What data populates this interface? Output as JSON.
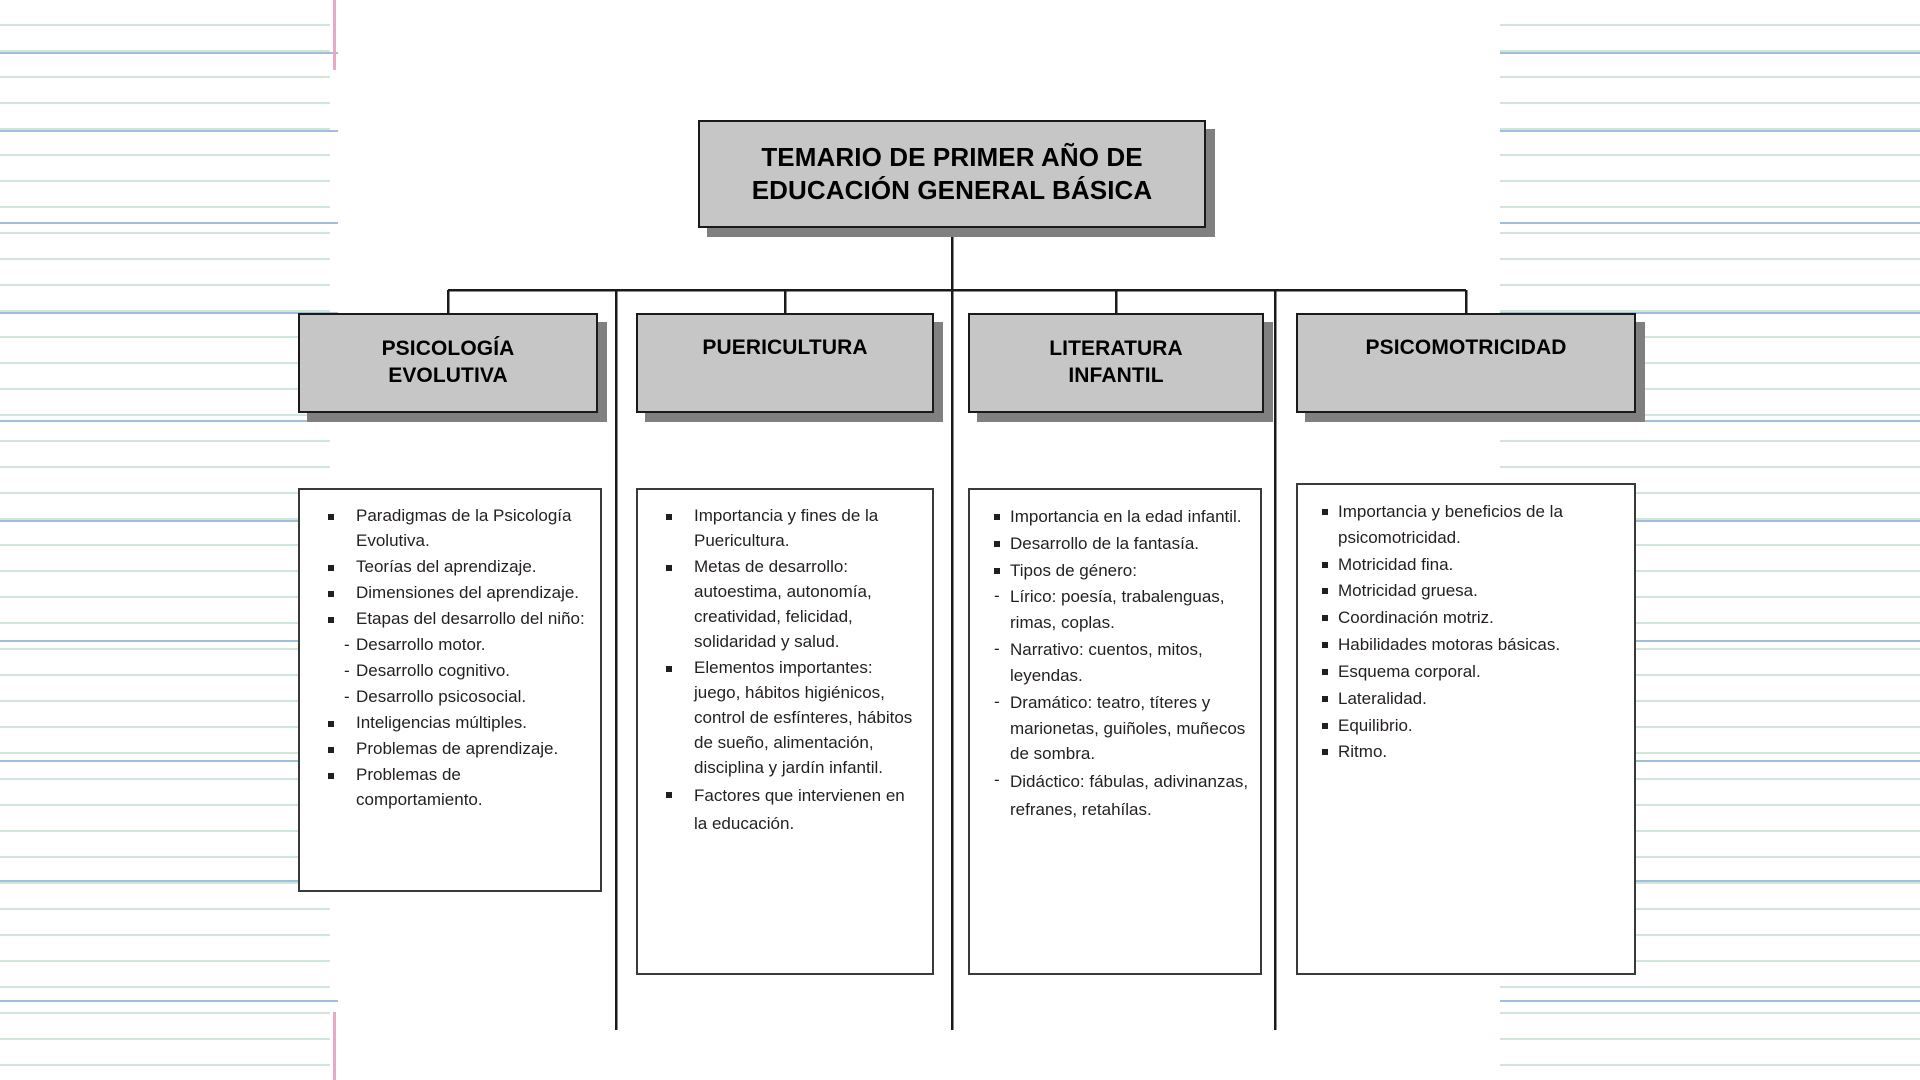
{
  "document": {
    "title": "TEMARIO DE PRIMER AÑO DE EDUCACIÓN GENERAL BÁSICA",
    "title_line_1": "TEMARIO DE PRIMER AÑO DE",
    "title_line_2": "EDUCACIÓN GENERAL BÁSICA"
  },
  "colors": {
    "box_fill": "#c6c6c6",
    "box_border": "#1a1a1a",
    "box_shadow": "#808080",
    "text": "#000000",
    "list_text": "#231f20",
    "paper_rule_blue": "#8fb4d9",
    "paper_rule_green": "#cfe6d8",
    "paper_margin_pink": "#e8a9c6"
  },
  "branches": [
    {
      "id": "psicologia-evolutiva",
      "header_line_1": "PSICOLOGÍA",
      "header_line_2": "EVOLUTIVA",
      "items": [
        {
          "type": "bullet",
          "text": "Paradigmas de la Psicología Evolutiva."
        },
        {
          "type": "bullet",
          "text": "Teorías del aprendizaje."
        },
        {
          "type": "bullet",
          "text": "Dimensiones del aprendizaje."
        },
        {
          "type": "bullet",
          "text": "Etapas del desarrollo del niño:"
        },
        {
          "type": "dash",
          "text": "Desarrollo motor."
        },
        {
          "type": "dash",
          "text": "Desarrollo cognitivo."
        },
        {
          "type": "dash",
          "text": "Desarrollo psicosocial."
        },
        {
          "type": "bullet",
          "text": "Inteligencias múltiples."
        },
        {
          "type": "bullet",
          "text": "Problemas de aprendizaje."
        },
        {
          "type": "bullet",
          "text": "Problemas de comportamiento."
        }
      ]
    },
    {
      "id": "puericultura",
      "header_line_1": "PUERICULTURA",
      "header_line_2": "",
      "items": [
        {
          "type": "bullet",
          "text": "Importancia y fines de la Puericultura."
        },
        {
          "type": "bullet",
          "text": "Metas de desarrollo: autoestima, autonomía, creatividad, felicidad, solidaridad y salud."
        },
        {
          "type": "bullet",
          "text": "Elementos importantes: juego, hábitos higiénicos, control de esfínteres, hábitos de sueño, alimentación, disciplina y jardín infantil."
        },
        {
          "type": "bullet",
          "text": "Factores que intervienen en la educación."
        }
      ]
    },
    {
      "id": "literatura-infantil",
      "header_line_1": "LITERATURA",
      "header_line_2": "INFANTIL",
      "items": [
        {
          "type": "bullet",
          "text": "Importancia en la edad infantil."
        },
        {
          "type": "bullet",
          "text": "Desarrollo de la fantasía."
        },
        {
          "type": "bullet",
          "text": "Tipos de género:"
        },
        {
          "type": "dash-main",
          "text": "Lírico: poesía, trabalenguas, rimas, coplas."
        },
        {
          "type": "dash-main",
          "text": "Narrativo: cuentos, mitos, leyendas."
        },
        {
          "type": "dash-main",
          "text": "Dramático: teatro, títeres y marionetas, guiñoles, muñecos de sombra."
        },
        {
          "type": "dash-main",
          "text": "Didáctico: fábulas, adivinanzas, refranes, retahílas."
        }
      ]
    },
    {
      "id": "psicomotricidad",
      "header_line_1": "PSICOMOTRICIDAD",
      "header_line_2": "",
      "items": [
        {
          "type": "bullet",
          "text": "Importancia y beneficios de la psicomotricidad."
        },
        {
          "type": "bullet",
          "text": "Motricidad fina."
        },
        {
          "type": "bullet",
          "text": "Motricidad gruesa."
        },
        {
          "type": "bullet",
          "text": "Coordinación motriz."
        },
        {
          "type": "bullet",
          "text": "Habilidades motoras básicas."
        },
        {
          "type": "bullet",
          "text": "Esquema corporal."
        },
        {
          "type": "bullet",
          "text": "Lateralidad."
        },
        {
          "type": "bullet",
          "text": "Equilibrio."
        },
        {
          "type": "bullet",
          "text": "Ritmo."
        }
      ]
    }
  ]
}
